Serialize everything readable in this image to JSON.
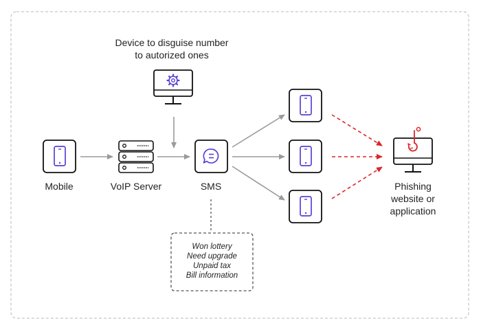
{
  "diagram": {
    "top_label_line1": "Device to disguise number",
    "top_label_line2": "to autorized ones",
    "mobile_label": "Mobile",
    "voip_label": "VoIP Server",
    "sms_label": "SMS",
    "phishing_line1": "Phishing",
    "phishing_line2": "website or",
    "phishing_line3": "application",
    "sms_topics": [
      "Won lottery",
      "Need upgrade",
      "Unpaid tax",
      "Bill information"
    ],
    "colors": {
      "icon_accent": "#5b3fd6",
      "threat_red": "#d9262b",
      "arrow_gray": "#9a9a9a",
      "frame_gray": "#c8c8c8"
    },
    "icons": {
      "mobile": "phone-icon",
      "voip": "server-icon",
      "disguise": "monitor-gear-icon",
      "sms": "chat-bubble-icon",
      "targets": "phone-icon",
      "phishing": "monitor-hook-icon"
    }
  }
}
